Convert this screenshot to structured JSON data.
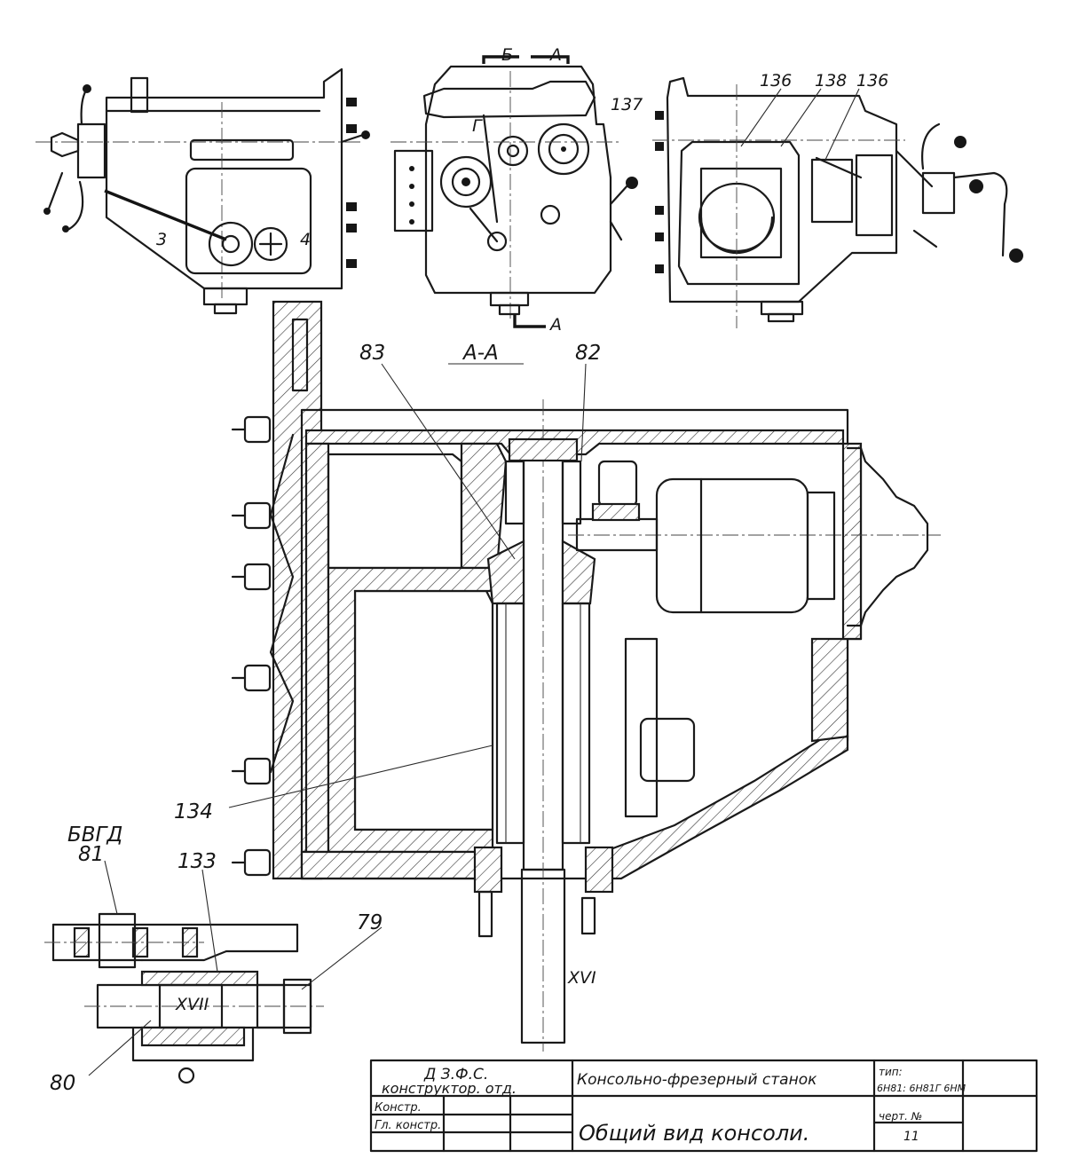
{
  "section_label": "А-А",
  "view_markers": {
    "cut_top_left": "Б",
    "cut_top_right": "А",
    "cut_bottom": "А"
  },
  "letters_front_view": [
    "3",
    "4"
  ],
  "small_letter": "Г",
  "callouts": {
    "c137": "137",
    "c136a": "136",
    "c138": "138",
    "c136b": "136",
    "c83": "83",
    "c82": "82",
    "c134": "134",
    "c81": "81",
    "c133": "133",
    "c79": "79",
    "c80": "80"
  },
  "sub_section_label": "БВГД",
  "shaft_labels": {
    "main": "XVI",
    "detail": "XVII"
  },
  "title_block": {
    "org": "Д З.Ф.С.",
    "dept": "конструктор. отд.",
    "role1": "Констр.",
    "role2": "Гл. констр.",
    "machine": "Консольно-фрезерный станок",
    "drawing_title": "Общий вид консоли.",
    "type_label": "тип:",
    "type_value": "6Н81: 6Н81Г 6НМ",
    "sheet_label": "черт. №",
    "sheet_value": "11"
  }
}
